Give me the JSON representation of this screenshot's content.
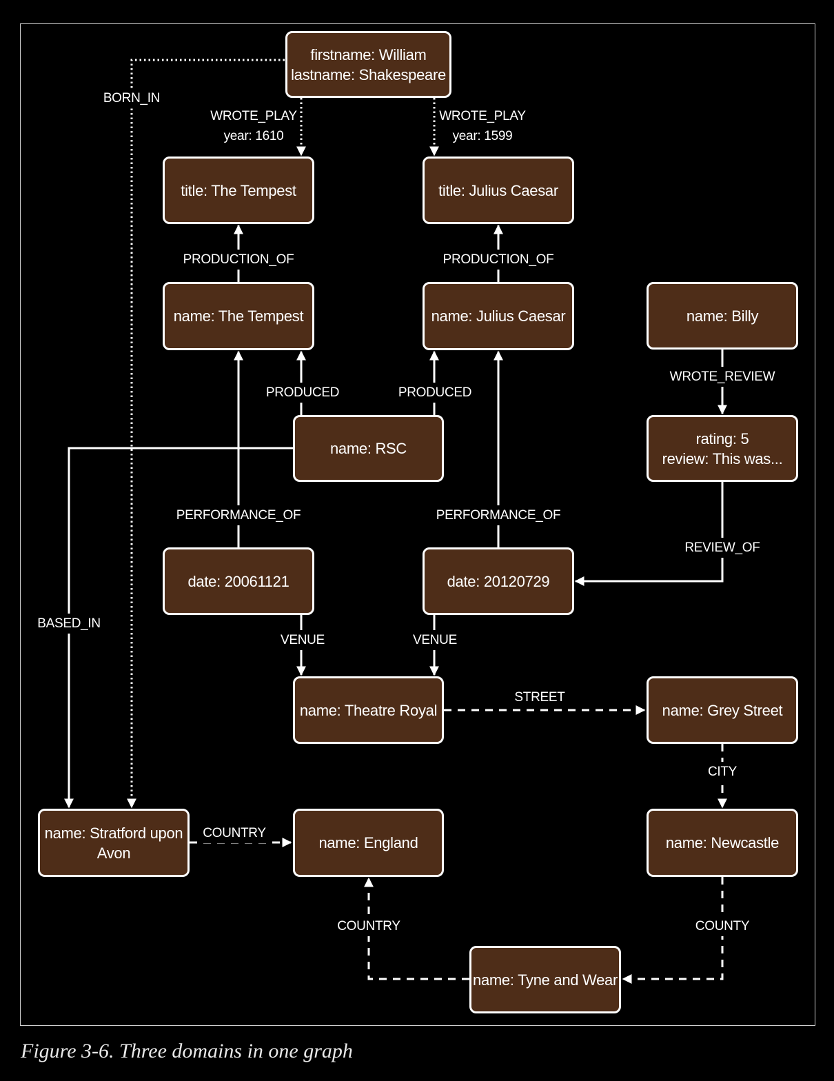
{
  "caption": "Figure 3-6. Three domains in one graph",
  "colors": {
    "background": "#000000",
    "node_fill": "#4e2d18",
    "stroke": "#ffffff"
  },
  "nodes": {
    "shakespeare": "firstname: William\nlastname: Shakespeare",
    "tempest_title": "title: The Tempest",
    "caesar_title": "title: Julius Caesar",
    "tempest_prod": "name: The Tempest",
    "caesar_prod": "name: Julius Caesar",
    "billy": "name: Billy",
    "rsc": "name: RSC",
    "review": "rating: 5\nreview: This was...",
    "perf_2006": "date: 20061121",
    "perf_2012": "date: 20120729",
    "theatre_royal": "name: Theatre Royal",
    "grey_street": "name: Grey Street",
    "stratford": "name: Stratford upon\nAvon",
    "england": "name: England",
    "newcastle": "name: Newcastle",
    "tyne_wear": "name: Tyne and Wear"
  },
  "edge_labels": {
    "born_in": "BORN_IN",
    "wrote_play_1610": "WROTE_PLAY\nyear: 1610",
    "wrote_play_1599": "WROTE_PLAY\nyear: 1599",
    "production_of_tempest": "PRODUCTION_OF",
    "production_of_caesar": "PRODUCTION_OF",
    "wrote_review": "WROTE_REVIEW",
    "produced_tempest": "PRODUCED",
    "produced_caesar": "PRODUCED",
    "performance_of_tempest": "PERFORMANCE_OF",
    "performance_of_caesar": "PERFORMANCE_OF",
    "review_of": "REVIEW_OF",
    "based_in": "BASED_IN",
    "venue_2006": "VENUE",
    "venue_2012": "VENUE",
    "street": "STREET",
    "city": "CITY",
    "country_stratford": "COUNTRY",
    "country_tyne": "COUNTRY",
    "county": "COUNTY"
  }
}
